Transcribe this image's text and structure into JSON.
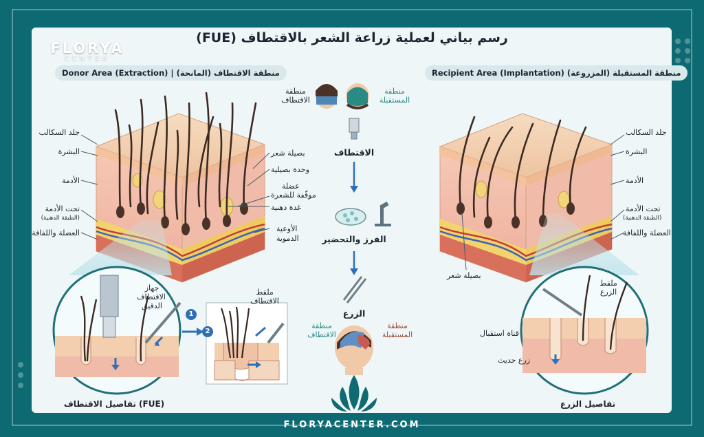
{
  "title": "رسم بياني لعملية زراعة الشعر بالاقتطاف (FUE)",
  "logo": {
    "name": "FLORYA",
    "sub": "CENTER"
  },
  "donor_area": {
    "heading": "Donor Area (Extraction) | منطقة الاقتطاف (المانحة)",
    "layers": [
      "جلد السكالب",
      "البشرة",
      "الأدمة",
      "تحت الأدمة",
      "(الطبقة الدهنية)",
      "العضلة واللفافة"
    ],
    "structures": [
      "بصيلة شعر",
      "وحدة بصيلية",
      "عضلة",
      "موقّفة للشعرة",
      "غدة دهنية",
      "الأوعية",
      "الدموية"
    ]
  },
  "recipient_area": {
    "heading": "Recipient Area (Implantation) (المزروعة) منطقة المستقبلة",
    "layers": [
      "جلد السكالب",
      "البشرة",
      "الأدمة",
      "تحت الأدمة",
      "(الطبقة الدهنية)",
      "العضلة واللفافة"
    ],
    "follicle_label": "بصيلة شعر"
  },
  "process": {
    "head_labels": {
      "extraction_1": "منطقة",
      "extraction_2": "الاقتطاف",
      "recipient_1": "منطقة",
      "recipient_2": "المستقبلة"
    },
    "steps": [
      "الاقتطاف",
      "الفرز والتحضير",
      "الزرع"
    ],
    "bottom_head": {
      "extraction_1": "منطقة",
      "extraction_2": "الاقتطاف",
      "recipient_1": "منطقة",
      "recipient_2": "المستقبلة"
    }
  },
  "fue_detail": {
    "device_1": "جهاز",
    "device_2": "الاقتطاف",
    "device_3": "الدقيق",
    "forceps_1": "ملقط",
    "forceps_2": "الاقتطاف",
    "badge_1": "1",
    "badge_2": "2",
    "caption": "تفاصيل الاقتطاف (FUE)"
  },
  "implant_detail": {
    "forceps_1": "ملقط",
    "forceps_2": "الزرع",
    "channel": "قناة استقبال",
    "new_graft": "زرع حديث",
    "caption": "تفاصيل الزرع"
  },
  "footer": "FLORYACENTER.COM",
  "colors": {
    "frame": "#0e6a72",
    "panel": "#eef6f7",
    "skin_top": "#f3cfa8",
    "dermis": "#f2b7a6",
    "fat": "#f3d36b",
    "muscle": "#d9705b",
    "teal_accent": "#2a8a84",
    "badge": "#2f6fb7"
  }
}
